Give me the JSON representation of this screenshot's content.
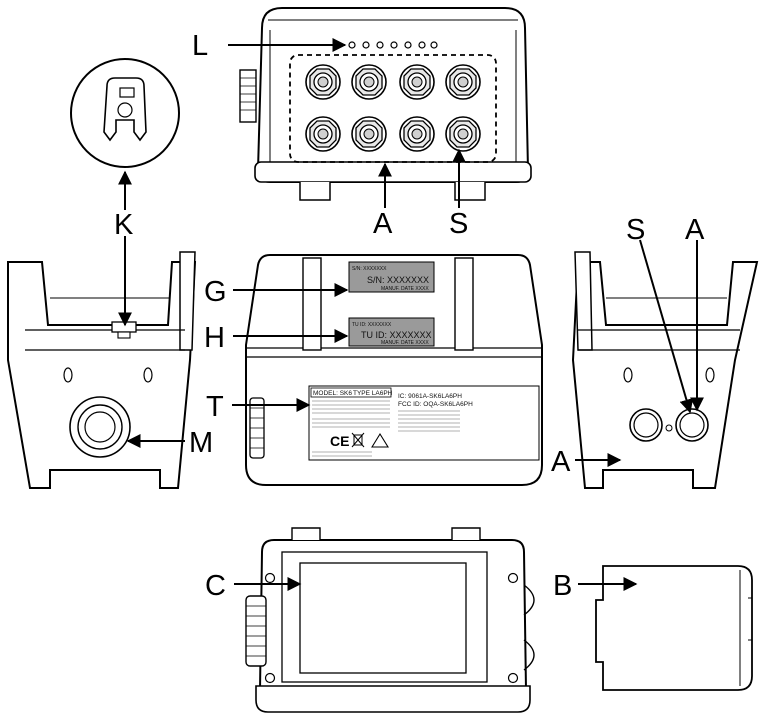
{
  "callouts": {
    "L": "L",
    "K": "K",
    "A_top": "A",
    "S_top": "S",
    "S_right": "S",
    "A_right_top": "A",
    "A_right_bottom": "A",
    "G": "G",
    "H": "H",
    "T": "T",
    "M": "M",
    "C": "C",
    "B": "B"
  },
  "label_G": {
    "line1": "S/N: XXXXXXX",
    "line2": "S/N: XXXXXXX",
    "line3": "MANUF. DATE XXXX"
  },
  "label_H": {
    "line1": "TU ID: XXXXXXX",
    "line2": "TU ID: XXXXXXX",
    "line3": "MANUF. DATE XXXX"
  },
  "type_plate": {
    "model": "MODEL: SK6",
    "type": "TYPE LA6PH",
    "ic": "IC: 9061A-SK6LA6PH",
    "fcc": "FCC ID: OQA-SK6LA6PH",
    "ce": "CE"
  },
  "colors": {
    "ink": "#000000",
    "label_fill": "#9a9a9a"
  }
}
